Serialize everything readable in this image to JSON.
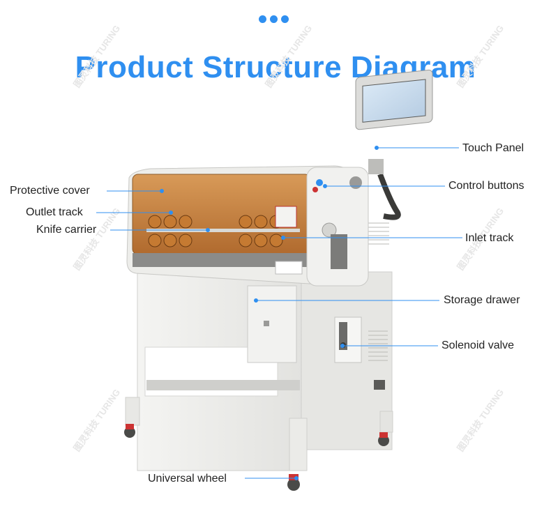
{
  "title": "Product Structure Diagram",
  "header_dots": 3,
  "accent_color": "#2f8ff0",
  "labels": {
    "touch_panel": "Touch Panel",
    "control_buttons": "Control buttons",
    "protective_cover": "Protective cover",
    "outlet_track": "Outlet track",
    "knife_carrier": "Knife carrier",
    "inlet_track": "Inlet track",
    "storage_drawer": "Storage drawer",
    "solenoid_valve": "Solenoid valve",
    "universal_wheel": "Universal wheel"
  },
  "watermark": {
    "cn": "图灵科技",
    "en": "TURING"
  }
}
